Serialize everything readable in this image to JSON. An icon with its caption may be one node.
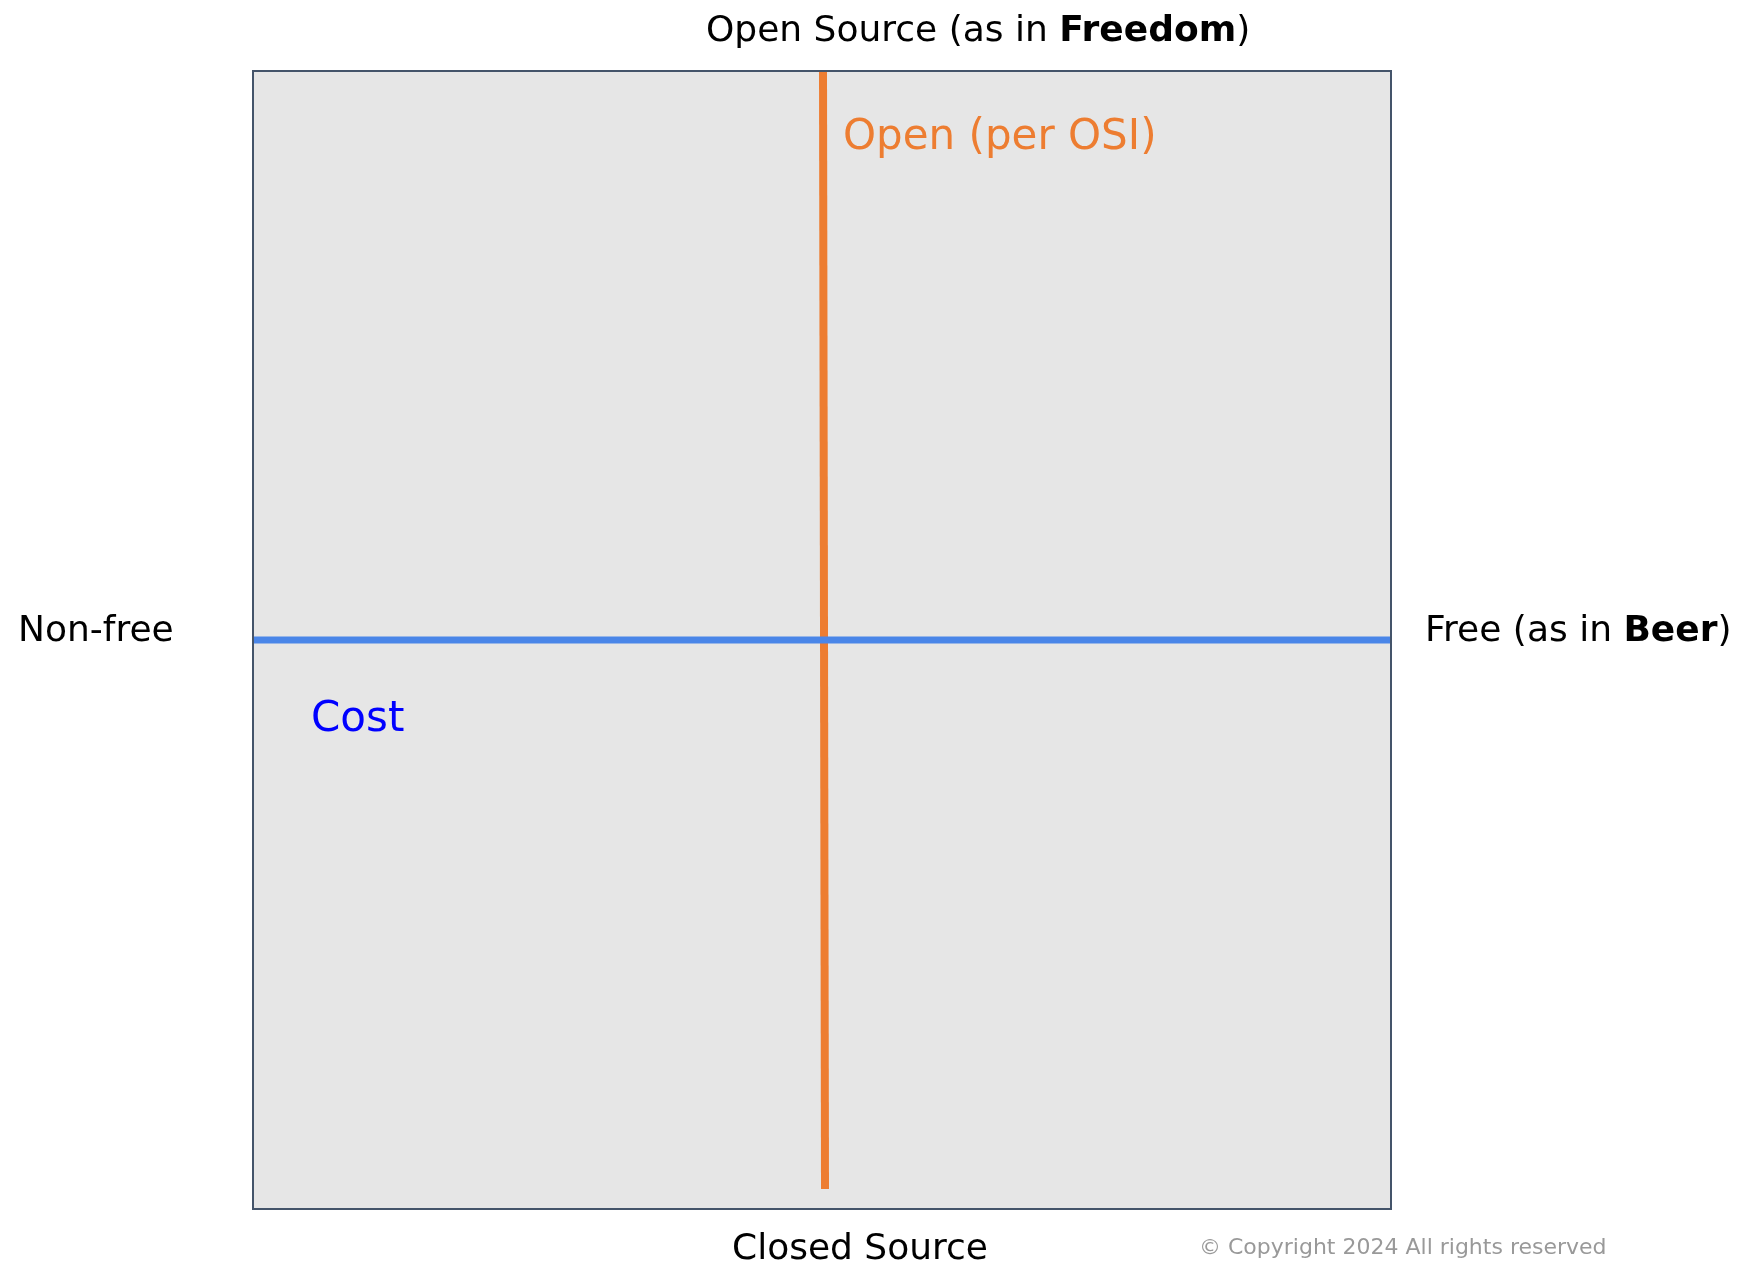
{
  "diagram": {
    "nodes": [
      {
        "text": [
          "Open (per OSI)",
          "Cost"
        ]
      }
    ],
    "labels": [
      "Open Source (as in **Freedom**)",
      "Non-free",
      "Free (as in **Beer**)",
      "Closed Source",
      "© Copyright 2024 All rights reserved"
    ]
  }
}
